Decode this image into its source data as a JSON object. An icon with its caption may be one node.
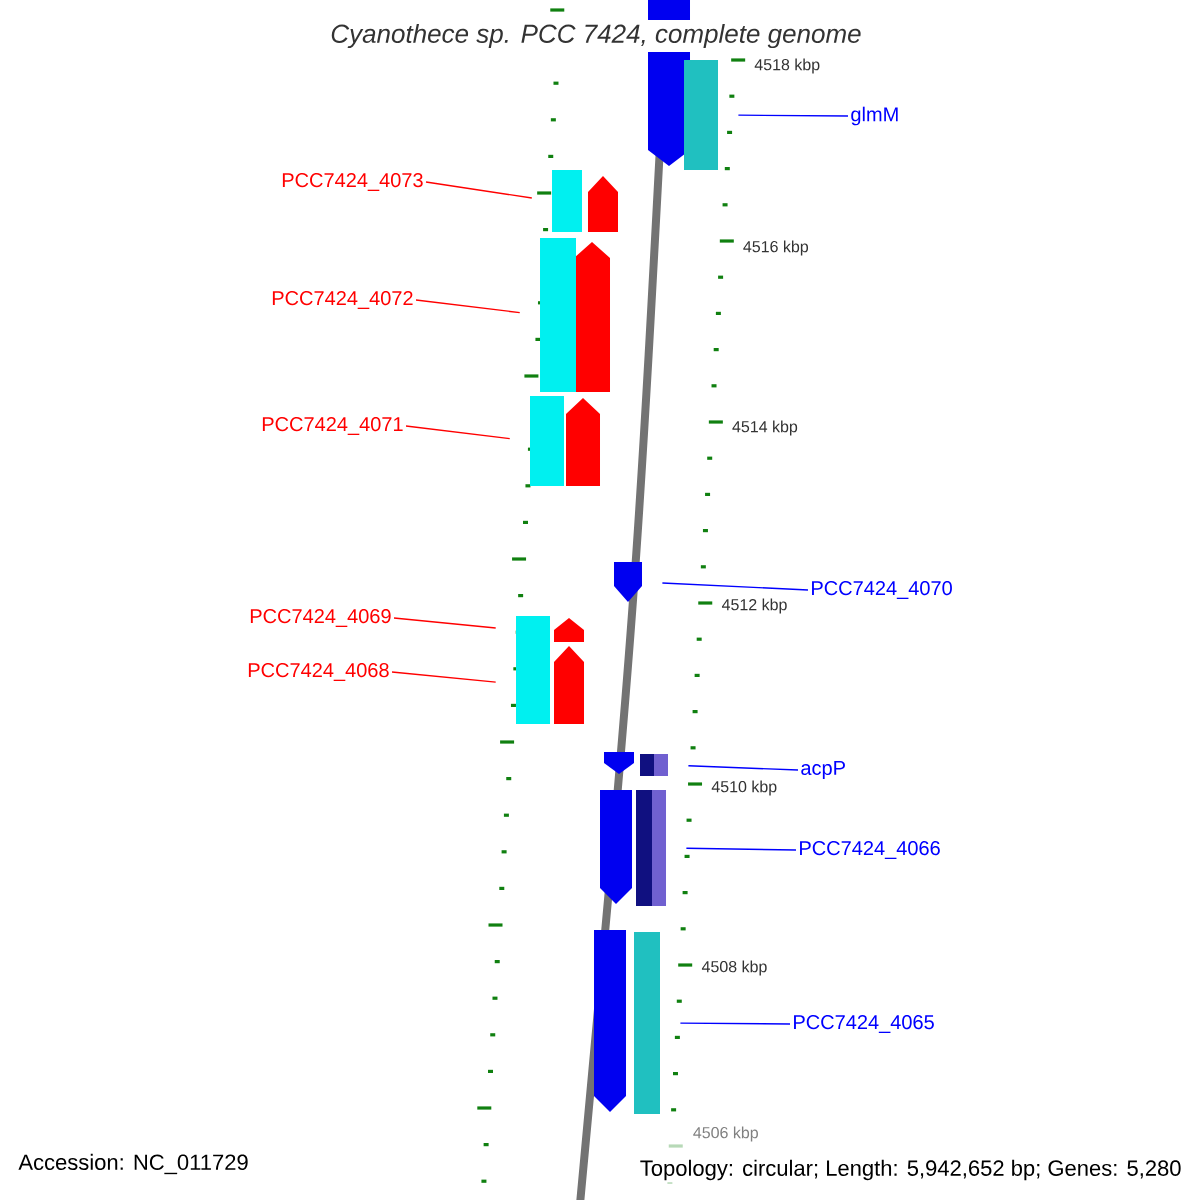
{
  "diagram": {
    "title": "Cyanothece sp. PCC 7424, complete genome",
    "nodes": [
      {
        "text": [
          "glmM"
        ]
      },
      {
        "text": [],
        "shape": "bar"
      },
      {
        "text": [
          "PCC7424_4073"
        ]
      },
      {
        "text": [],
        "shape": "bar"
      },
      {
        "text": [
          "PCC7424_4072"
        ]
      },
      {
        "text": [],
        "shape": "bar"
      },
      {
        "text": [
          "PCC7424_4071"
        ]
      },
      {
        "text": [],
        "shape": "bar"
      },
      {
        "text": [
          "PCC7424_4070"
        ]
      },
      {
        "text": [],
        "shape": "arrow"
      },
      {
        "text": [
          "PCC7424_4069"
        ]
      },
      {
        "text": [],
        "shape": "bar"
      },
      {
        "text": [
          "PCC7424_4068"
        ]
      },
      {
        "text": [],
        "shape": "bar"
      },
      {
        "text": [
          "acpP"
        ]
      },
      {
        "text": [],
        "shape": "bar"
      },
      {
        "text": [
          "PCC7424_4066"
        ]
      },
      {
        "text": [],
        "shape": "bar"
      },
      {
        "text": [
          "PCC7424_4065"
        ]
      },
      {
        "text": [],
        "shape": "bar"
      }
    ],
    "edges": [
      {
        "from": 0,
        "to": 1,
        "arrow": "none"
      },
      {
        "from": 2,
        "to": 3,
        "arrow": "none",
        "color": "#ff0000"
      },
      {
        "from": 4,
        "to": 5,
        "arrow": "none",
        "color": "#ff0000"
      },
      {
        "from": 6,
        "to": 7,
        "arrow": "none",
        "color": "#ff0000"
      },
      {
        "from": 8,
        "to": 9,
        "arrow": "none"
      },
      {
        "from": 10,
        "to": 11,
        "arrow": "none",
        "color": "#ff0000"
      },
      {
        "from": 12,
        "to": 13,
        "arrow": "none",
        "color": "#ff0000"
      },
      {
        "from": 14,
        "to": 15,
        "arrow": "none"
      },
      {
        "from": 16,
        "to": 17,
        "arrow": "none"
      },
      {
        "from": 18,
        "to": 19,
        "arrow": "none"
      }
    ],
    "labels": [
      "4518 kbp",
      "4516 kbp",
      "4514 kbp",
      "4512 kbp",
      "4510 kbp",
      "4508 kbp",
      "4506 kbp",
      "Accession: NC_011729",
      "Topology: circular; Length: 5,942,652 bp; Genes: 5,280"
    ]
  }
}
